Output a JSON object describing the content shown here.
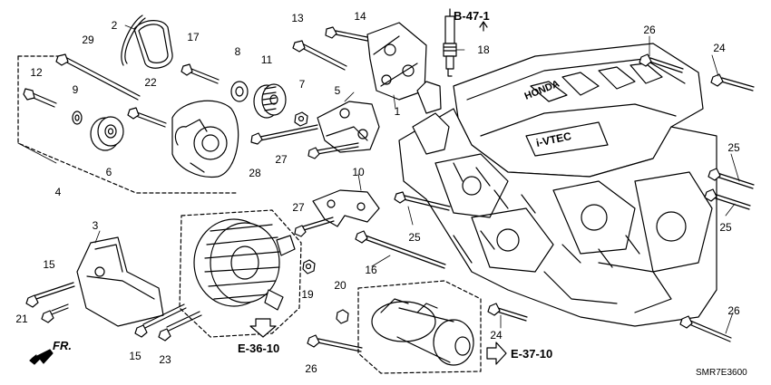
{
  "callouts": [
    "1",
    "2",
    "3",
    "4",
    "5",
    "6",
    "7",
    "8",
    "9",
    "10",
    "11",
    "12",
    "13",
    "14",
    "15",
    "15",
    "16",
    "17",
    "18",
    "19",
    "20",
    "21",
    "22",
    "23",
    "24",
    "24",
    "25",
    "25",
    "25",
    "26",
    "26",
    "26",
    "27",
    "27",
    "28",
    "29"
  ],
  "refs": {
    "b47": "B-47-1",
    "e36": "E-36-10",
    "e37": "E-37-10"
  },
  "direction_label": "FR.",
  "diagram_code": "SMR7E3600",
  "cover_text": {
    "brand": "HONDA",
    "engine": "i-VTEC"
  }
}
